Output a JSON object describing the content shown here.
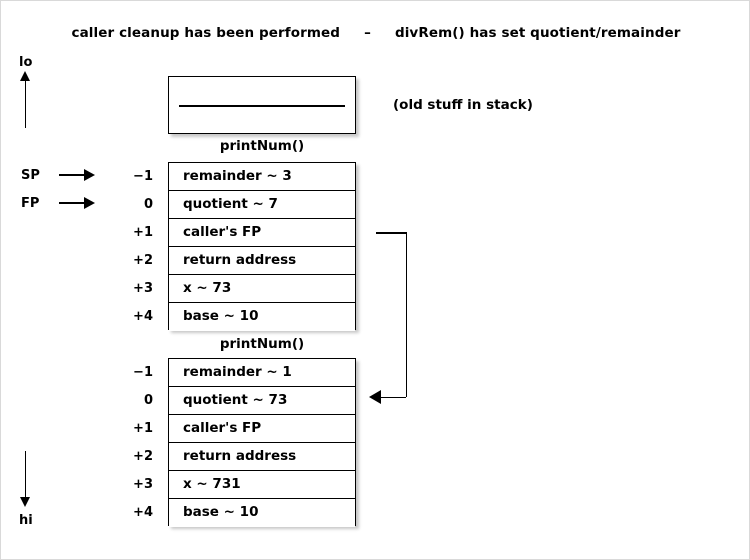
{
  "title": {
    "left": "caller cleanup has been performed",
    "dash": "–",
    "right": "divRem() has set quotient/remainder"
  },
  "axis": {
    "low_label": "lo",
    "high_label": "hi"
  },
  "pointers": {
    "sp": "SP",
    "fp": "FP"
  },
  "side_note": "(old stuff in stack)",
  "old_stack_box": {
    "caption": "printNum()"
  },
  "frames": [
    {
      "caption": "printNum()",
      "offsets": [
        "−1",
        "0",
        "+1",
        "+2",
        "+3",
        "+4"
      ],
      "cells": [
        "remainder ~ 3",
        "quotient ~ 7",
        "caller's FP",
        "return address",
        "x ~ 73",
        "base ~ 10"
      ]
    },
    {
      "caption": "printNum()",
      "offsets": [
        "−1",
        "0",
        "+1",
        "+2",
        "+3",
        "+4"
      ],
      "cells": [
        "remainder ~ 1",
        "quotient ~ 73",
        "caller's FP",
        "return address",
        "x ~ 731",
        "base ~ 10"
      ]
    }
  ],
  "colors": {
    "ink": "#000000",
    "paper": "#ffffff",
    "page_border": "#d9d9d9"
  }
}
